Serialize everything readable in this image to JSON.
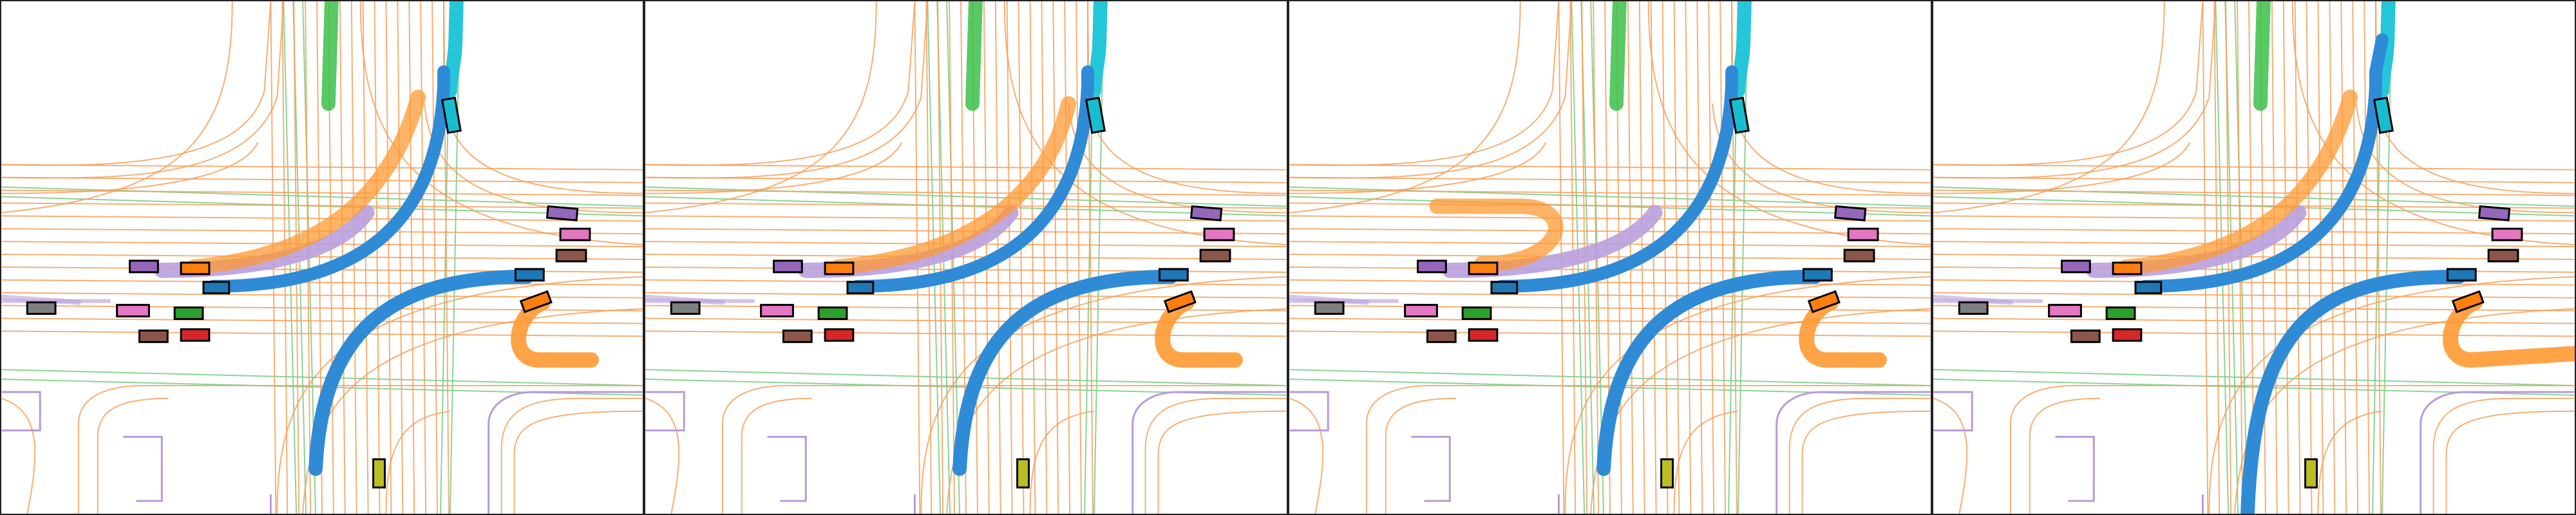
{
  "figure": {
    "panels": [
      {
        "variant": "A",
        "blue_extend": false,
        "orange_trail": "arc-left",
        "bottom_orange": "u-turn"
      },
      {
        "variant": "B",
        "blue_extend": false,
        "orange_trail": "arc-left-strong",
        "bottom_orange": "u-turn"
      },
      {
        "variant": "C",
        "blue_extend": false,
        "orange_trail": "u-loop",
        "bottom_orange": "u-turn"
      },
      {
        "variant": "D",
        "blue_extend": true,
        "orange_trail": "arc-left",
        "bottom_orange": "u-turn-long"
      }
    ]
  },
  "colors": {
    "lane_orange": "#f6a05a",
    "lane_green": "#7ccf8a",
    "road_purple": "#b89ad8",
    "traj_blue": "#2f8bd6",
    "traj_cyan": "#26c6da",
    "traj_green": "#3cbf4a",
    "traj_orange": "#ff9933",
    "traj_lavender": "#b9a0de",
    "veh_purple": "#9467bd",
    "veh_orange": "#ff7f0e",
    "veh_blue": "#1f77b4",
    "veh_gray": "#7f7f7f",
    "veh_pink": "#e377c2",
    "veh_green": "#2ca02c",
    "veh_brown": "#8c564b",
    "veh_red": "#d62728",
    "veh_olive": "#bcbd22",
    "veh_cyan": "#17becf"
  }
}
